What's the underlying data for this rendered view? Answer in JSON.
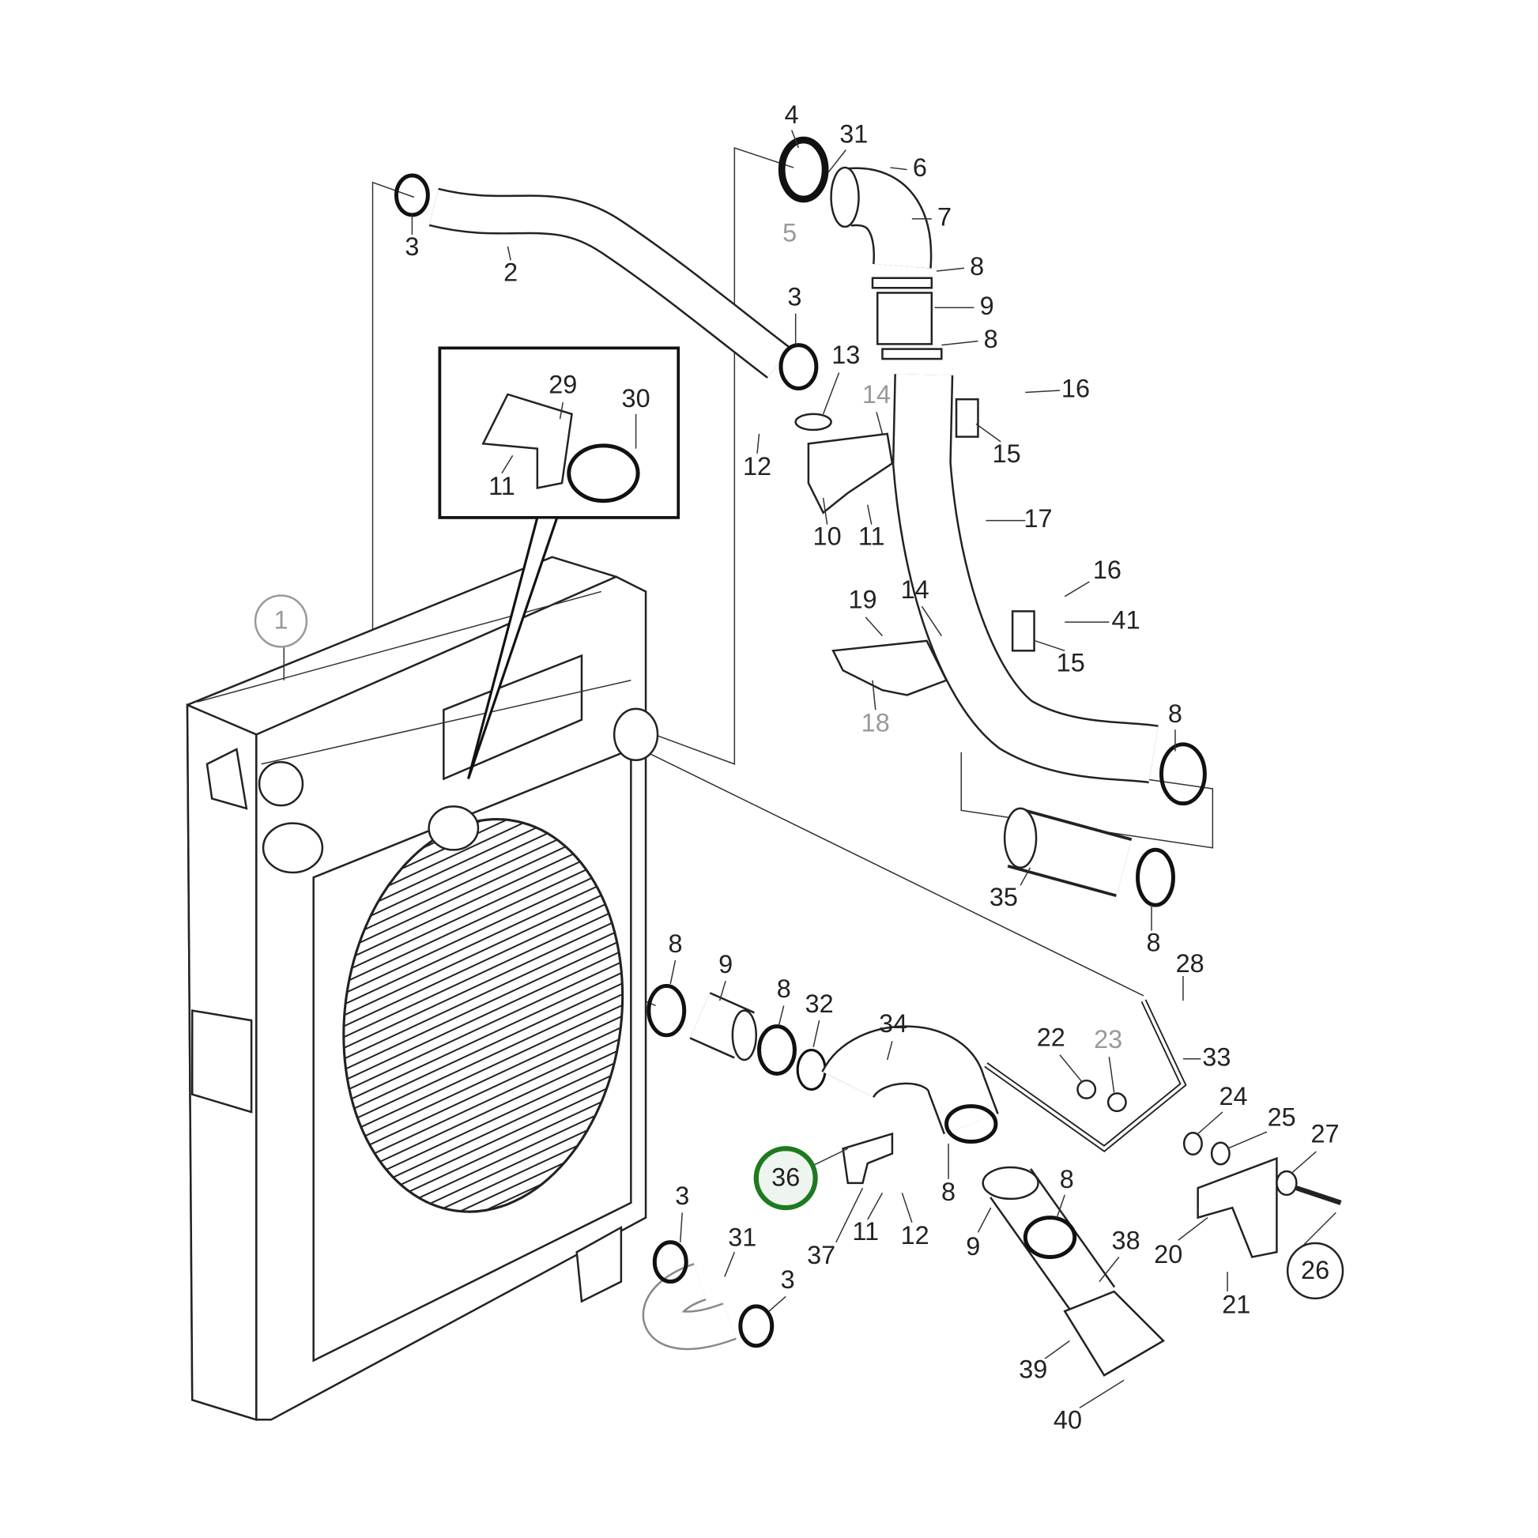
{
  "title": "Charge air cooler piping - exploded parts diagram",
  "callouts": [
    "4",
    "31",
    "6",
    "7",
    "5",
    "3",
    "2",
    "8",
    "9",
    "3",
    "8",
    "13",
    "16",
    "14",
    "29",
    "30",
    "12",
    "15",
    "11",
    "17",
    "10",
    "11",
    "16",
    "19",
    "14",
    "41",
    "15",
    "1",
    "18",
    "8",
    "35",
    "8",
    "28",
    "8",
    "9",
    "8",
    "32",
    "34",
    "22",
    "23",
    "33",
    "24",
    "25",
    "27",
    "36",
    "8",
    "11",
    "12",
    "37",
    "9",
    "8",
    "38",
    "20",
    "26",
    "3",
    "31",
    "3",
    "21",
    "39",
    "40"
  ],
  "highlighted_callout": "36",
  "colors": {
    "highlight_ring": "#1e7a1e",
    "highlight_fill": "#eef5ee",
    "line": "#222222",
    "muted_label": "#999999"
  }
}
